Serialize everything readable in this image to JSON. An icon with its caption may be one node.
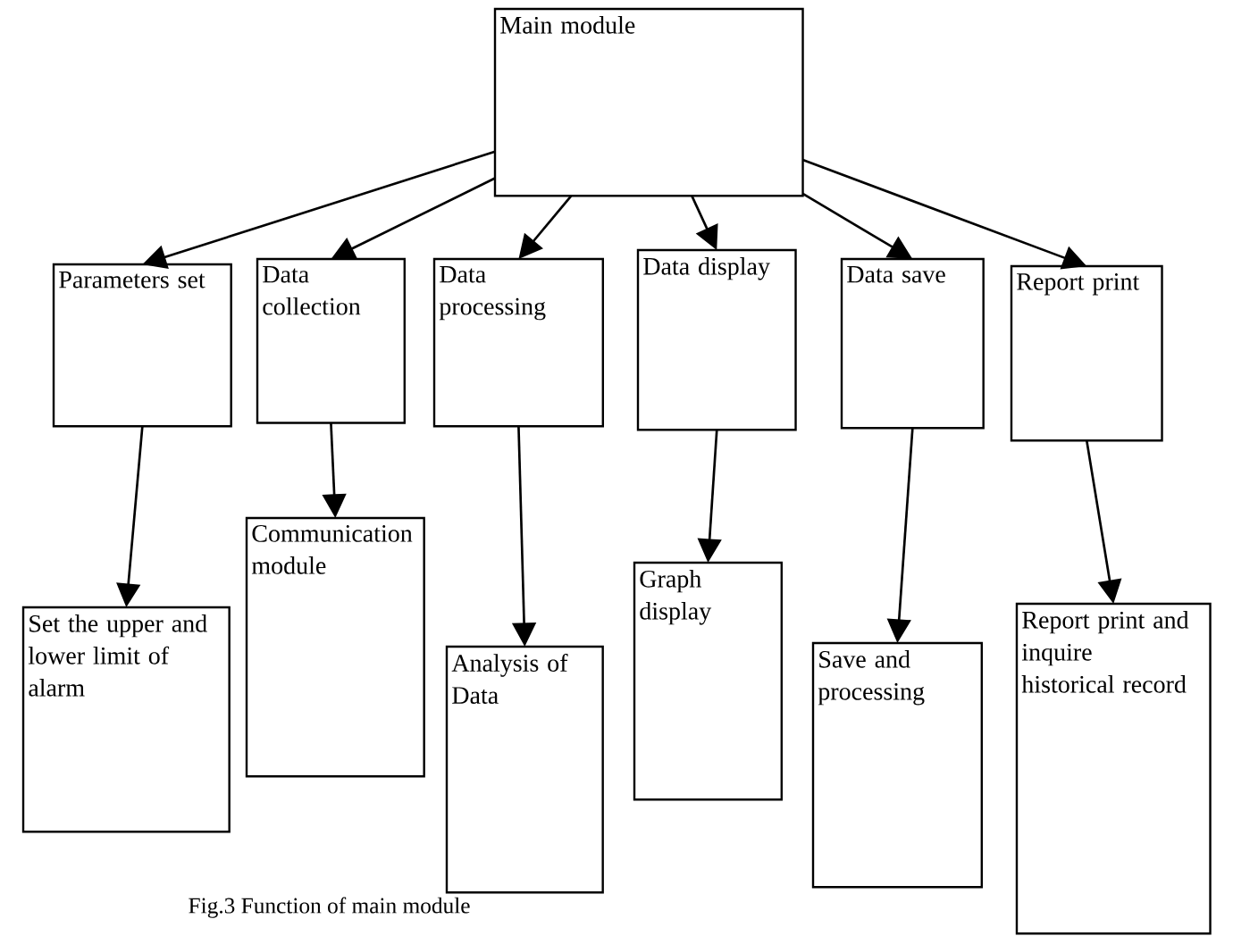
{
  "diagram": {
    "caption": "Fig.3 Function of main module",
    "nodes": [
      {
        "text": [
          "Main module"
        ]
      },
      {
        "text": [
          "Parameters set"
        ]
      },
      {
        "text": [
          "Data collection"
        ]
      },
      {
        "text": [
          "Data processing"
        ]
      },
      {
        "text": [
          "Data display"
        ]
      },
      {
        "text": [
          "Data save"
        ]
      },
      {
        "text": [
          "Report print"
        ]
      },
      {
        "text": [
          "Set the upper and lower limit of alarm"
        ]
      },
      {
        "text": [
          "Communication module"
        ]
      },
      {
        "text": [
          "Analysis of Data"
        ]
      },
      {
        "text": [
          "Graph display"
        ]
      },
      {
        "text": [
          "Save and processing"
        ]
      },
      {
        "text": [
          "Report print and inquire historical record"
        ]
      }
    ],
    "edges": [
      {
        "from": 0,
        "to": 1,
        "arrow": "to"
      },
      {
        "from": 0,
        "to": 2,
        "arrow": "to"
      },
      {
        "from": 0,
        "to": 3,
        "arrow": "to"
      },
      {
        "from": 0,
        "to": 4,
        "arrow": "to"
      },
      {
        "from": 0,
        "to": 5,
        "arrow": "to"
      },
      {
        "from": 0,
        "to": 6,
        "arrow": "to"
      },
      {
        "from": 1,
        "to": 7,
        "arrow": "to"
      },
      {
        "from": 2,
        "to": 8,
        "arrow": "to"
      },
      {
        "from": 3,
        "to": 9,
        "arrow": "to"
      },
      {
        "from": 4,
        "to": 10,
        "arrow": "to"
      },
      {
        "from": 5,
        "to": 11,
        "arrow": "to"
      },
      {
        "from": 6,
        "to": 12,
        "arrow": "to"
      }
    ]
  }
}
